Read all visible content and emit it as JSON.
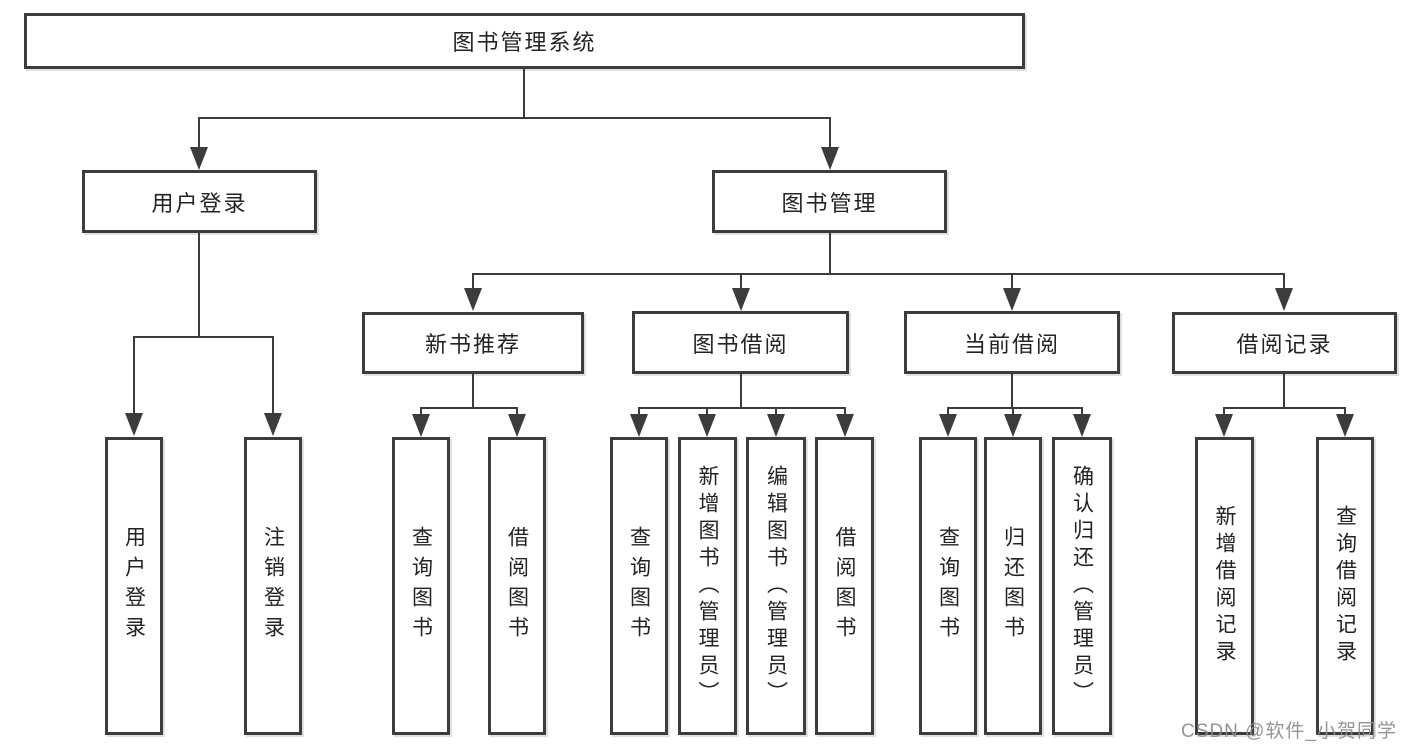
{
  "diagram": {
    "root": {
      "label": "图书管理系统"
    },
    "branches": [
      {
        "label": "用户登录",
        "children": [
          {
            "label": "用户登录"
          },
          {
            "label": "注销登录"
          }
        ]
      },
      {
        "label": "图书管理",
        "sections": [
          {
            "label": "新书推荐",
            "children": [
              {
                "label": "查询图书"
              },
              {
                "label": "借阅图书"
              }
            ]
          },
          {
            "label": "图书借阅",
            "children": [
              {
                "label": "查询图书"
              },
              {
                "label": "新增图书（管理员）"
              },
              {
                "label": "编辑图书（管理员）"
              },
              {
                "label": "借阅图书"
              }
            ]
          },
          {
            "label": "当前借阅",
            "children": [
              {
                "label": "查询图书"
              },
              {
                "label": "归还图书"
              },
              {
                "label": "确认归还（管理员）"
              }
            ]
          },
          {
            "label": "借阅记录",
            "children": [
              {
                "label": "新增借阅记录"
              },
              {
                "label": "查询借阅记录"
              }
            ]
          }
        ]
      }
    ]
  },
  "watermark": {
    "text": "CSDN @软件_小贺同学"
  },
  "colors": {
    "line": "#3c3c3c",
    "text": "#232323",
    "watermark": "#8c8c8c",
    "background": "#ffffff"
  }
}
